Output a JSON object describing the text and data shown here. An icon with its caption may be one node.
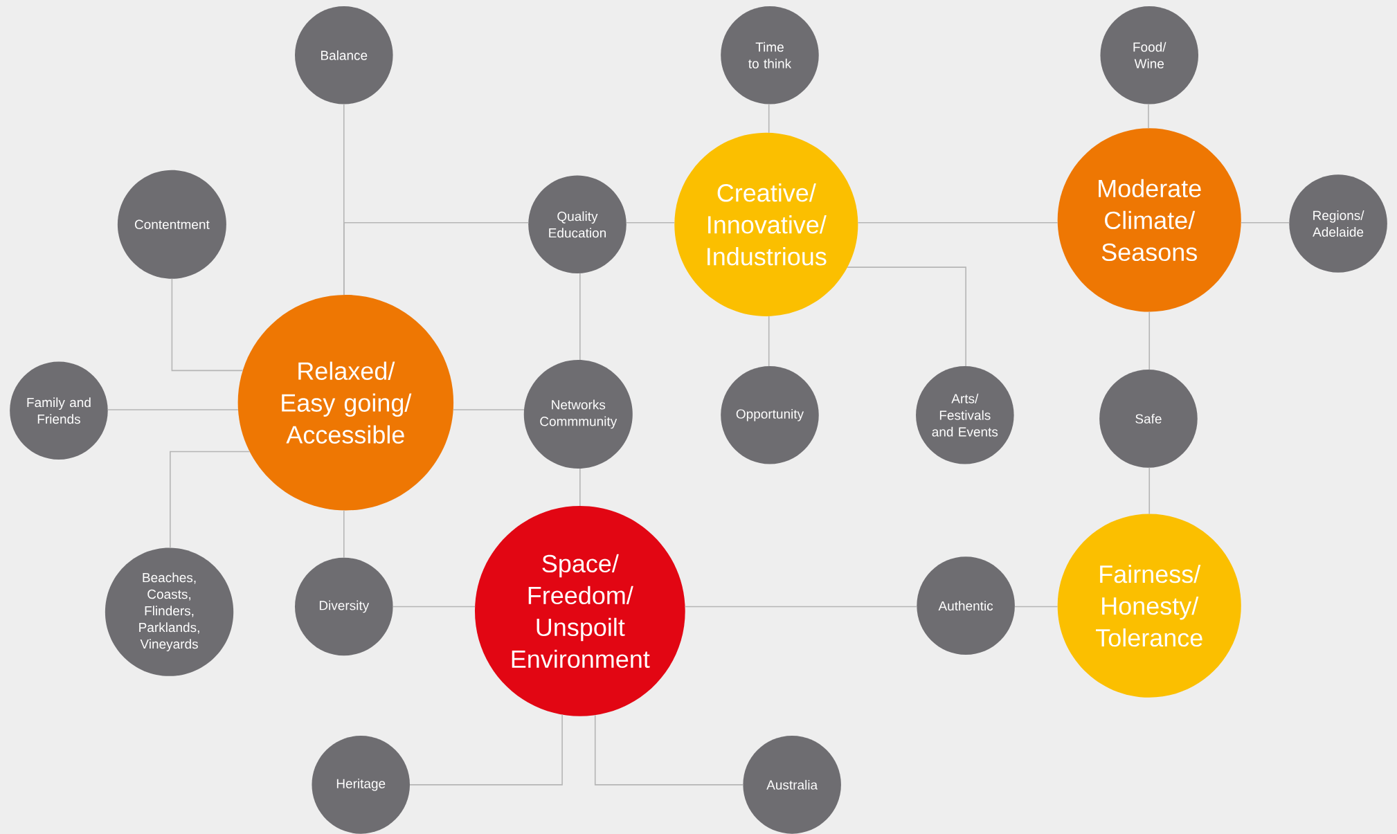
{
  "diagram": {
    "nodes": [
      {
        "text": [
          "Balance"
        ]
      },
      {
        "text": [
          "Time to think"
        ]
      },
      {
        "text": [
          "Food/ Wine"
        ]
      },
      {
        "text": [
          "Contentment"
        ]
      },
      {
        "text": [
          "Quality Education"
        ]
      },
      {
        "text": [
          "Creative/ Innovative/ Industrious"
        ]
      },
      {
        "text": [
          "Moderate Climate/ Seasons"
        ]
      },
      {
        "text": [
          "Regions/ Adelaide"
        ]
      },
      {
        "text": [
          "Relaxed/ Easy going/ Accessible"
        ]
      },
      {
        "text": [
          "Family and Friends"
        ]
      },
      {
        "text": [
          "Networks Commmunity"
        ]
      },
      {
        "text": [
          "Opportunity"
        ]
      },
      {
        "text": [
          "Arts/ Festivals and Events"
        ]
      },
      {
        "text": [
          "Safe"
        ]
      },
      {
        "text": [
          "Beaches, Coasts, Flinders, Parklands, Vineyards"
        ]
      },
      {
        "text": [
          "Diversity"
        ]
      },
      {
        "text": [
          "Space/ Freedom/ Unspoilt Environment"
        ]
      },
      {
        "text": [
          "Authentic"
        ]
      },
      {
        "text": [
          "Fairness/ Honesty/ Tolerance"
        ]
      },
      {
        "text": [
          "Heritage"
        ]
      },
      {
        "text": [
          "Australia"
        ]
      }
    ],
    "edges": [
      {
        "from": 0,
        "to": 8,
        "arrow": "none"
      },
      {
        "from": 4,
        "to": 8,
        "arrow": "none"
      },
      {
        "from": 4,
        "to": 5,
        "arrow": "none"
      },
      {
        "from": 1,
        "to": 5,
        "arrow": "none"
      },
      {
        "from": 2,
        "to": 6,
        "arrow": "none"
      },
      {
        "from": 5,
        "to": 6,
        "arrow": "none"
      },
      {
        "from": 6,
        "to": 7,
        "arrow": "none"
      },
      {
        "from": 3,
        "to": 8,
        "arrow": "none"
      },
      {
        "from": 9,
        "to": 8,
        "arrow": "none"
      },
      {
        "from": 8,
        "to": 10,
        "arrow": "none"
      },
      {
        "from": 4,
        "to": 10,
        "arrow": "none"
      },
      {
        "from": 5,
        "to": 11,
        "arrow": "none"
      },
      {
        "from": 5,
        "to": 12,
        "arrow": "none"
      },
      {
        "from": 6,
        "to": 13,
        "arrow": "none"
      },
      {
        "from": 8,
        "to": 14,
        "arrow": "none"
      },
      {
        "from": 8,
        "to": 15,
        "arrow": "none"
      },
      {
        "from": 10,
        "to": 16,
        "arrow": "none"
      },
      {
        "from": 15,
        "to": 16,
        "arrow": "none"
      },
      {
        "from": 16,
        "to": 17,
        "arrow": "none"
      },
      {
        "from": 17,
        "to": 18,
        "arrow": "none"
      },
      {
        "from": 13,
        "to": 18,
        "arrow": "none"
      },
      {
        "from": 16,
        "to": 19,
        "arrow": "none"
      },
      {
        "from": 16,
        "to": 20,
        "arrow": "none"
      }
    ]
  }
}
